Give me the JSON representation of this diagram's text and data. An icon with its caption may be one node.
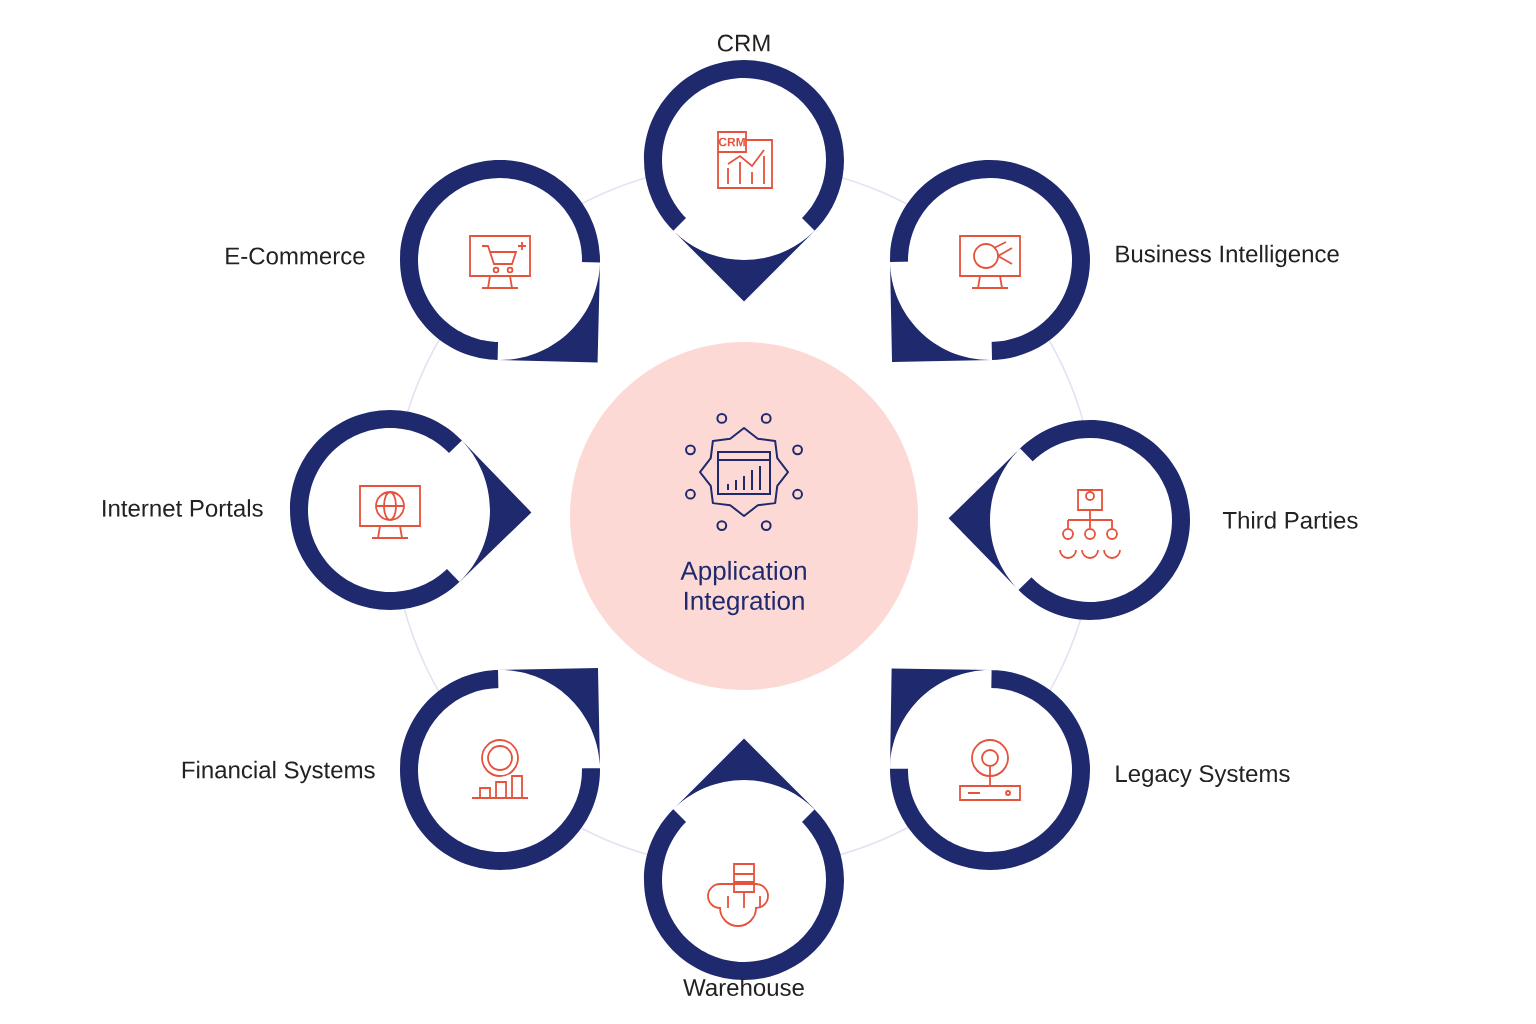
{
  "diagram": {
    "nodes": [
      {
        "text": [
          "Application Integration"
        ]
      },
      {
        "text": [
          "CRM"
        ]
      },
      {
        "text": [
          "Business Intelligence"
        ]
      },
      {
        "text": [
          "Third Parties"
        ]
      },
      {
        "text": [
          "Legacy Systems"
        ]
      },
      {
        "text": [
          "Warehouse"
        ]
      },
      {
        "text": [
          "Financial Systems"
        ]
      },
      {
        "text": [
          "Internet Portals"
        ]
      },
      {
        "text": [
          "E-Commerce"
        ]
      }
    ],
    "labels": [
      "CRM"
    ]
  }
}
